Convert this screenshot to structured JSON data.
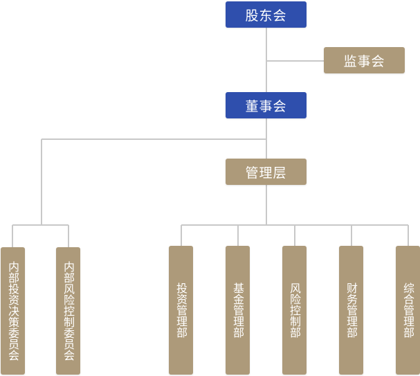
{
  "colors": {
    "governance_box": "#2f4fad",
    "management_box": "#ad9a7a",
    "connector_line": "#c8c8c8",
    "text": "#ffffff"
  },
  "org": {
    "shareholders_meeting": "股东会",
    "supervisory_board": "监事会",
    "board_of_directors": "董事会",
    "management": "管理层",
    "committees": [
      "内部投资决策委员会",
      "内部风险控制委员会"
    ],
    "departments": [
      "投资管理部",
      "基金管理部",
      "风险控制部",
      "财务管理部",
      "综合管理部"
    ]
  }
}
